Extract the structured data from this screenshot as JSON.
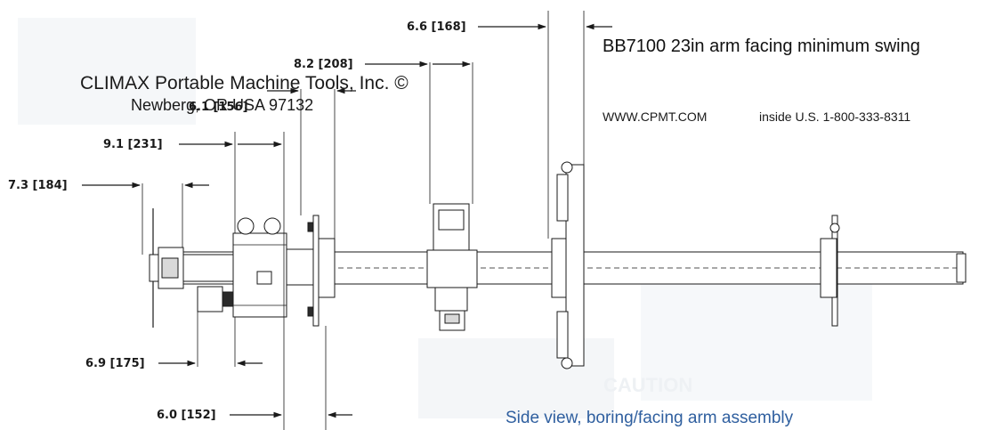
{
  "title": "BB7100 23in arm facing minimum swing",
  "company": {
    "name": "CLIMAX Portable Machine Tools, Inc. ©",
    "location": "Newberg, OR USA 97132",
    "website": "WWW.CPMT.COM",
    "phone": "inside U.S. 1-800-333-8311"
  },
  "caption": "Side view, boring/facing arm assembly",
  "dimensions": {
    "d_6_6": "6.6 [168]",
    "d_8_2": "8.2 [208]",
    "d_6_1": "6.1 [156]",
    "d_9_1": "9.1 [231]",
    "d_7_3": "7.3 [184]",
    "d_6_9": "6.9 [175]",
    "d_6_0": "6.0 [152]"
  },
  "watermark": "CAUTION",
  "colors": {
    "caption": "#2f5f9f",
    "line": "#1a1a1a"
  }
}
